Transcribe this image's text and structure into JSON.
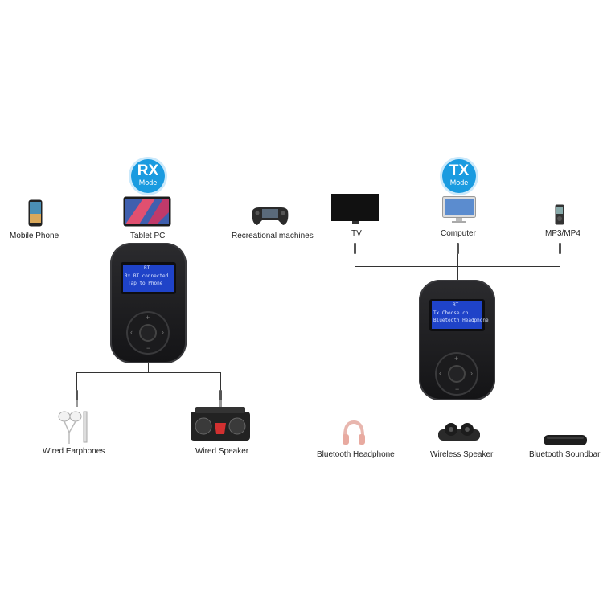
{
  "rx": {
    "badge": {
      "big": "RX",
      "small": "Mode"
    },
    "screen": {
      "tag": "BT",
      "line1": "Rx  BT connected",
      "line2": "Tap to Phone"
    },
    "sources": [
      {
        "label": "Mobile Phone",
        "icon": "mobile-phone-icon"
      },
      {
        "label": "Tablet PC",
        "icon": "tablet-icon"
      },
      {
        "label": "Recreational machines",
        "icon": "gamepad-icon"
      }
    ],
    "outputs": [
      {
        "label": "Wired Earphones",
        "icon": "earphones-icon"
      },
      {
        "label": "Wired Speaker",
        "icon": "speaker-icon"
      }
    ]
  },
  "tx": {
    "badge": {
      "big": "TX",
      "small": "Mode"
    },
    "screen": {
      "tag": "BT",
      "line1": "Tx   Choose  ch",
      "line2": "Bluetooth Headphone"
    },
    "sources": [
      {
        "label": "TV",
        "icon": "tv-icon"
      },
      {
        "label": "Computer",
        "icon": "computer-icon"
      },
      {
        "label": "MP3/MP4",
        "icon": "mp3-player-icon"
      }
    ],
    "outputs": [
      {
        "label": "Bluetooth Headphone",
        "icon": "headphone-icon"
      },
      {
        "label": "Wireless Speaker",
        "icon": "earbuds-icon"
      },
      {
        "label": "Bluetooth Soundbar",
        "icon": "soundbar-icon"
      }
    ]
  },
  "colors": {
    "badge": "#1a9be0",
    "screen": "#1f43c8",
    "device": "#1e1e20"
  }
}
